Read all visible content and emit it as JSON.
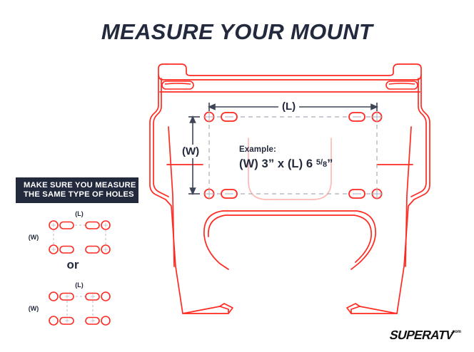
{
  "page": {
    "title": "MEASURE YOUR MOUNT",
    "background_color": "#ffffff",
    "accent_color": "#ff2a21",
    "ink_color": "#232a3d"
  },
  "callout": {
    "line1": "MAKE SURE YOU MEASURE",
    "line2": "THE SAME TYPE OF HOLES",
    "background_color": "#232a3d",
    "text_color": "#ffffff"
  },
  "divider": {
    "or_label": "or"
  },
  "patterns": [
    {
      "name": "measure-circle-holes",
      "length_label": "(L)",
      "width_label": "(W)",
      "measured_hole_type": "circle"
    },
    {
      "name": "measure-slot-holes",
      "length_label": "(L)",
      "width_label": "(W)",
      "measured_hole_type": "slot"
    }
  ],
  "mount_diagram": {
    "length_label": "(L)",
    "width_label": "(W)",
    "example_label": "Example:",
    "example_value_prefix": "(W) 3” x (L) 6 ",
    "example_fraction_numerator": "5",
    "example_fraction_slash": "/",
    "example_fraction_denominator": "8",
    "example_value_suffix": "”",
    "outline_color": "#ff2a21",
    "guide_color": "#9aa0ab"
  },
  "logo": {
    "text": "SUPERATV",
    "suffix": ".com"
  }
}
